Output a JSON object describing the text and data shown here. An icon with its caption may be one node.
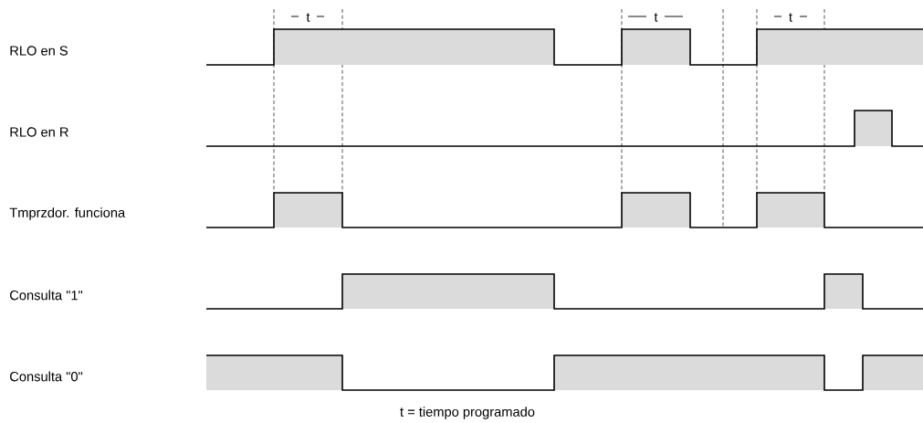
{
  "diagram": {
    "caption": "t = tiempo programado",
    "labels": [
      "t",
      "t",
      "t",
      "RLO en S",
      "RLO en R",
      "Tmprzdor. funciona",
      "Consulta \"1\"",
      "Consulta \"0\""
    ]
  }
}
